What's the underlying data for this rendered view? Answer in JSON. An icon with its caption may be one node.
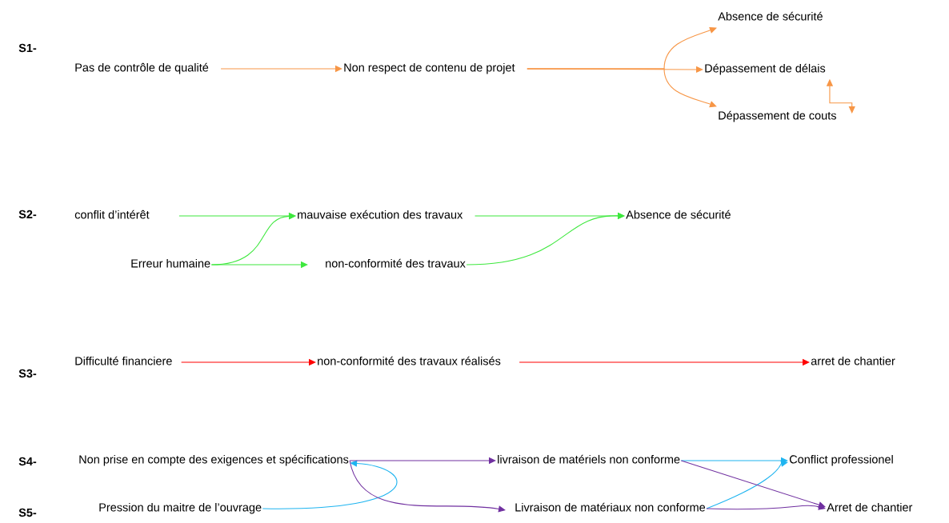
{
  "diagram": {
    "nodes": [
      {
        "text": [
          "Pas de contrôle de qualité"
        ]
      },
      {
        "text": [
          "Non respect de contenu de projet"
        ]
      },
      {
        "text": [
          "Absence de sécurité"
        ]
      },
      {
        "text": [
          "Dépassement de délais"
        ]
      },
      {
        "text": [
          "Dépassement de couts"
        ]
      },
      {
        "text": [
          "conflit d’intérêt"
        ]
      },
      {
        "text": [
          "Erreur humaine"
        ]
      },
      {
        "text": [
          "mauvaise exécution des travaux"
        ]
      },
      {
        "text": [
          "non-conformité des travaux"
        ]
      },
      {
        "text": [
          "Absence de sécurité"
        ]
      },
      {
        "text": [
          "Difficulté financiere"
        ]
      },
      {
        "text": [
          "non-conformité des travaux réalisés"
        ]
      },
      {
        "text": [
          "arret de chantier"
        ]
      },
      {
        "text": [
          "Non prise en compte des exigences et spécifications"
        ]
      },
      {
        "text": [
          "Pression du maitre de l’ouvrage"
        ]
      },
      {
        "text": [
          "livraison de matériels non conforme"
        ]
      },
      {
        "text": [
          "Livraison de matériaux non conforme"
        ]
      },
      {
        "text": [
          "Conflict professionel"
        ]
      },
      {
        "text": [
          "Arret de chantier"
        ]
      }
    ],
    "edges": [
      {
        "from": 0,
        "to": 1,
        "arrow": "to",
        "color": "#f79646"
      },
      {
        "from": 1,
        "to": 2,
        "arrow": "to",
        "color": "#f79646"
      },
      {
        "from": 1,
        "to": 3,
        "arrow": "to",
        "color": "#f79646"
      },
      {
        "from": 1,
        "to": 4,
        "arrow": "to",
        "color": "#f79646"
      },
      {
        "from": 3,
        "to": 4,
        "arrow": "both",
        "color": "#f79646"
      },
      {
        "from": 5,
        "to": 7,
        "arrow": "to",
        "color": "#3ee83e"
      },
      {
        "from": 6,
        "to": 7,
        "arrow": "to",
        "color": "#3ee83e"
      },
      {
        "from": 6,
        "to": 8,
        "arrow": "to",
        "color": "#3ee83e"
      },
      {
        "from": 7,
        "to": 9,
        "arrow": "to",
        "color": "#3ee83e"
      },
      {
        "from": 8,
        "to": 9,
        "arrow": "to",
        "color": "#3ee83e"
      },
      {
        "from": 10,
        "to": 11,
        "arrow": "to",
        "color": "#ff0000"
      },
      {
        "from": 11,
        "to": 12,
        "arrow": "to",
        "color": "#ff0000"
      },
      {
        "from": 14,
        "to": 13,
        "arrow": "to",
        "color": "#1eb4f0"
      },
      {
        "from": 13,
        "to": 15,
        "arrow": "to",
        "color": "#7030a0"
      },
      {
        "from": 13,
        "to": 16,
        "arrow": "to",
        "color": "#7030a0"
      },
      {
        "from": 15,
        "to": 17,
        "arrow": "to",
        "color": "#1eb4f0"
      },
      {
        "from": 16,
        "to": 17,
        "arrow": "to",
        "color": "#1eb4f0"
      },
      {
        "from": 15,
        "to": 18,
        "arrow": "to",
        "color": "#7030a0"
      },
      {
        "from": 16,
        "to": 18,
        "arrow": "to",
        "color": "#7030a0"
      }
    ],
    "labels": [
      "S1-",
      "S2-",
      "S3-",
      "S4-",
      "S5-"
    ]
  }
}
